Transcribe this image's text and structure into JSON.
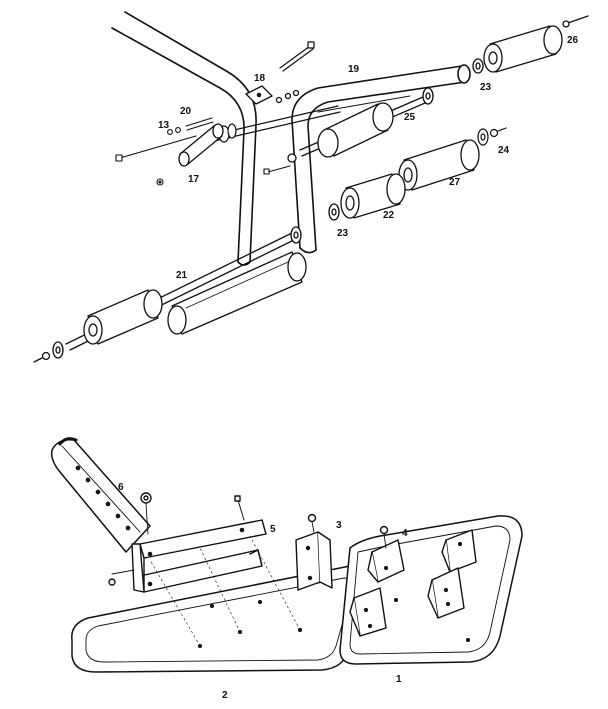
{
  "diagram": {
    "callouts": {
      "c1": "1",
      "c2": "2",
      "c3": "3",
      "c4": "4",
      "c5": "5",
      "c6": "6",
      "c13": "13",
      "c17": "17",
      "c18": "18",
      "c19": "19",
      "c20": "20",
      "c21": "21",
      "c22": "22",
      "c23a": "23",
      "c23b": "23",
      "c24": "24",
      "c25": "25",
      "c26": "26",
      "c27": "27"
    }
  }
}
